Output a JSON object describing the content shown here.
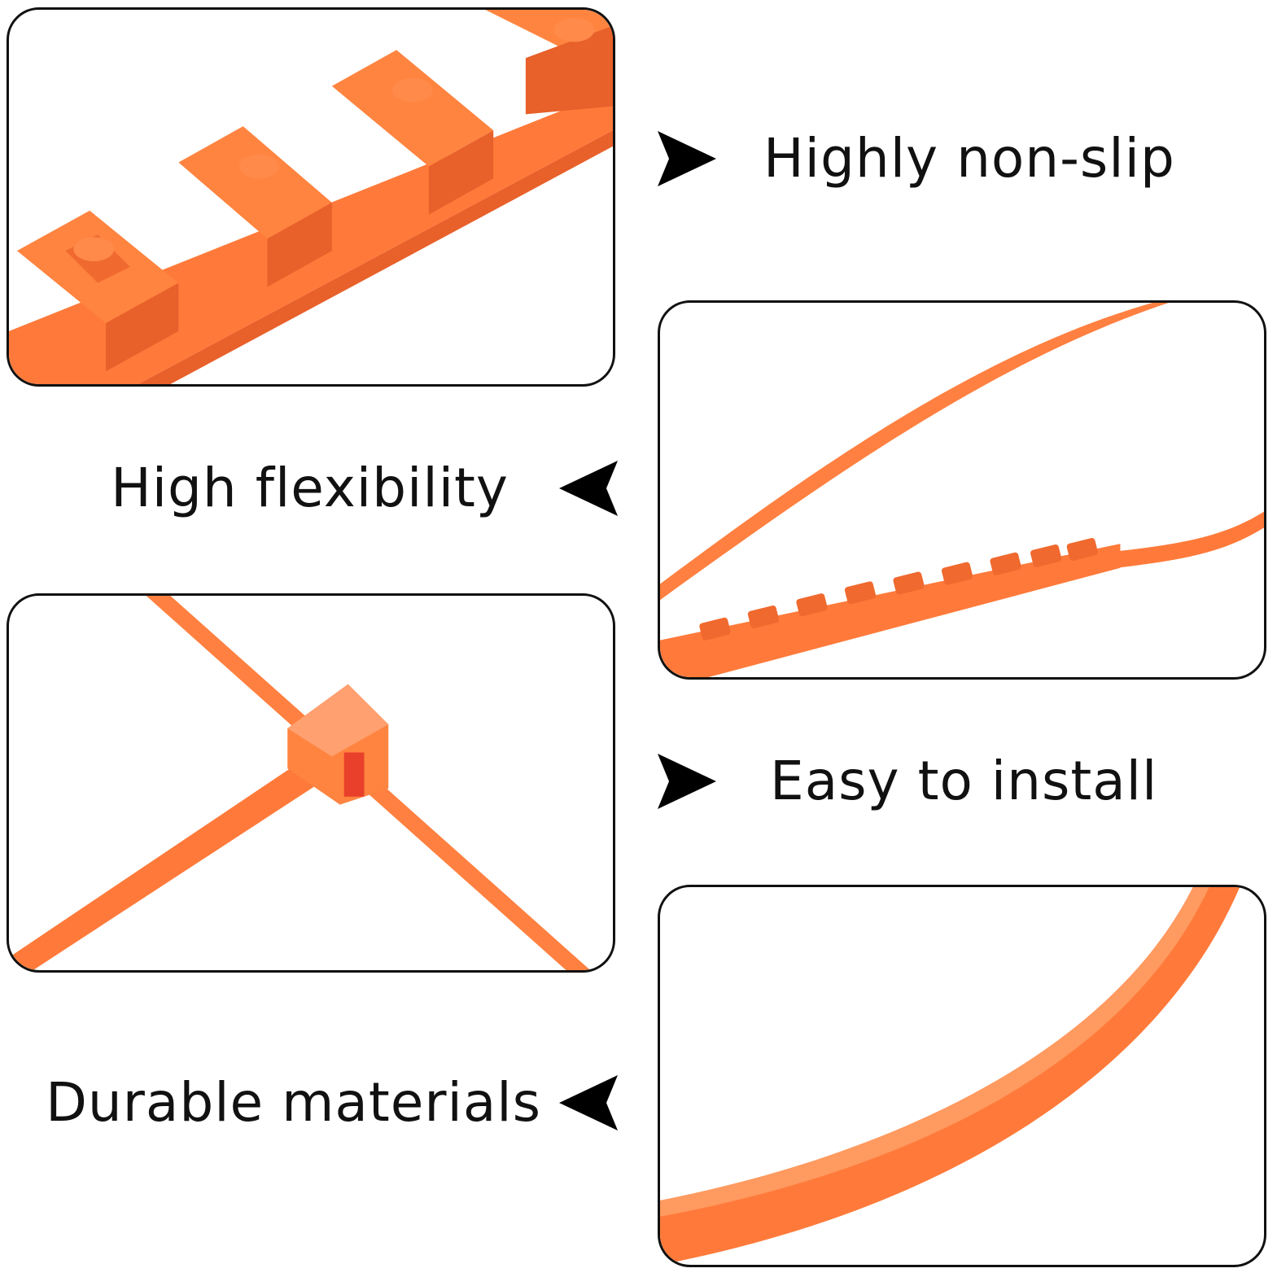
{
  "features": {
    "non_slip": "Highly non-slip",
    "flexibility": "High flexibility",
    "install": "Easy to install",
    "durable": "Durable materials"
  },
  "icons": {
    "right_arrow": "right-arrowhead-icon",
    "left_arrow": "left-arrowhead-icon"
  },
  "colors": {
    "product_orange": "#FF7A3A",
    "product_shadow": "#E8602A",
    "border": "#111111",
    "text": "#111111"
  }
}
